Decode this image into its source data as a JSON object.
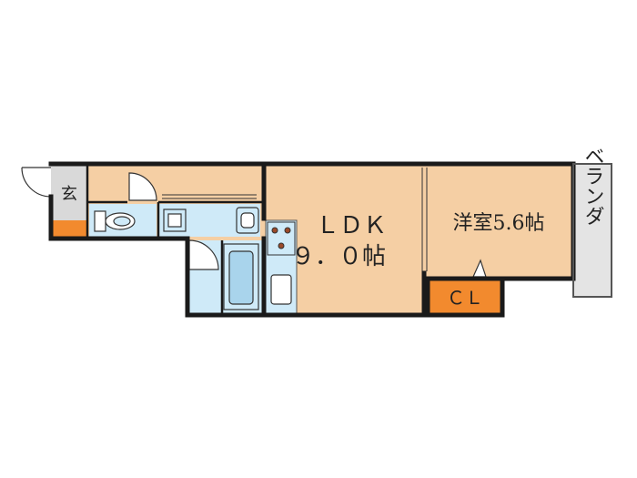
{
  "floorplan": {
    "rooms": {
      "ldk": {
        "name": "ＬＤＫ",
        "size": "９．０帖"
      },
      "western_room": {
        "label": "洋室5.6帖"
      },
      "closet": {
        "label": "ＣＬ"
      },
      "entrance": {
        "label": "玄"
      },
      "veranda": {
        "label": "ベランダ"
      }
    },
    "colors": {
      "room_fill": "#F5CFA4",
      "wet_area_fill": "#CFEAF8",
      "closet_fill": "#F28A2E",
      "entrance_fill": "#D9D9D9",
      "veranda_fill": "#E4E4E4",
      "wall": "#1a1a1a"
    }
  }
}
